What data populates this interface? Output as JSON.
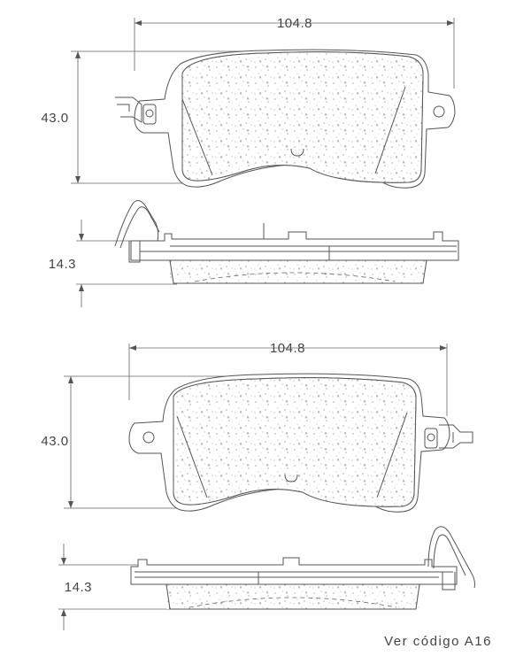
{
  "views": [
    {
      "id": "pad-1",
      "width_dim": "104.8",
      "height_dim": "43.0",
      "thickness_dim": "14.3",
      "wear_indicator_side": "left"
    },
    {
      "id": "pad-2",
      "width_dim": "104.8",
      "height_dim": "43.0",
      "thickness_dim": "14.3",
      "wear_indicator_side": "right"
    }
  ],
  "footer": {
    "note": "Ver código A16"
  },
  "colors": {
    "line": "#555555",
    "text": "#444444",
    "background": "#ffffff"
  }
}
